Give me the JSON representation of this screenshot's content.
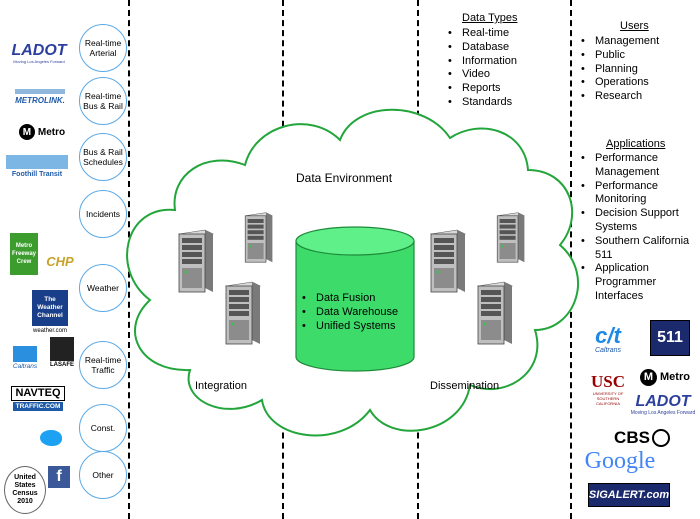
{
  "sources": [
    {
      "label": "Real-time\nArterial",
      "logos": [
        {
          "icon": "ladot-logo",
          "text": "LADOT",
          "sub": "Moving Los Angeles Forward"
        }
      ]
    },
    {
      "label": "Real-time\nBus & Rail",
      "logos": [
        {
          "icon": "metrolink-logo",
          "text": "METROLINK."
        },
        {
          "icon": "metro-logo",
          "text": "Metro"
        }
      ]
    },
    {
      "label": "Bus & Rail\nSchedules",
      "logos": [
        {
          "icon": "foothill-transit-logo",
          "text": "Foothill Transit"
        }
      ]
    },
    {
      "label": "Incidents",
      "logos": [
        {
          "icon": "metro-freeway-crew-logo",
          "text": "Metro Freeway Crew"
        },
        {
          "icon": "chp-logo",
          "text": "CHP"
        }
      ]
    },
    {
      "label": "Weather",
      "logos": [
        {
          "icon": "weather-channel-logo",
          "text": "The Weather Channel",
          "sub": "weather.com"
        }
      ]
    },
    {
      "label": "Real-time\nTraffic",
      "logos": [
        {
          "icon": "caltrans-logo",
          "text": "Caltrans"
        },
        {
          "icon": "lasafe-logo",
          "text": "LASAFE"
        },
        {
          "icon": "navteq-logo",
          "text": "NAVTEQ",
          "sub": "TRAFFIC.COM"
        }
      ]
    },
    {
      "label": "Const.",
      "logos": [
        {
          "icon": "twitter-bird-icon",
          "text": ""
        }
      ]
    },
    {
      "label": "Other",
      "logos": [
        {
          "icon": "census-logo",
          "text": "United States Census 2010"
        },
        {
          "icon": "facebook-icon",
          "text": "f"
        }
      ]
    }
  ],
  "cloud": {
    "title": "Data Environment",
    "integration": "Integration",
    "dissemination": "Dissemination",
    "database_items": [
      "Data Fusion",
      "Data Warehouse",
      "Unified Systems"
    ]
  },
  "data_types": {
    "heading": "Data Types",
    "items": [
      "Real-time",
      "Database",
      "Information",
      "Video",
      "Reports",
      "Standards"
    ]
  },
  "users": {
    "heading": "Users",
    "items": [
      "Management",
      "Public",
      "Planning",
      "Operations",
      "Research"
    ]
  },
  "applications": {
    "heading": "Applications",
    "items": [
      "Performance Management",
      "Performance Monitoring",
      "Decision Support Systems",
      "Southern California 511",
      "Application Programmer Interfaces"
    ]
  },
  "consumer_logos": {
    "caltrans": "Caltrans",
    "ca511": "511",
    "usc": "USC",
    "usc_sub": "UNIVERSITY OF SOUTHERN CALIFORNIA",
    "metro": "Metro",
    "ladot": "LADOT",
    "ladot_sub": "Moving Los Angeles Forward",
    "cbs": "CBS",
    "google": "Google",
    "sigalert": "SIGALERT.com"
  },
  "colors": {
    "cloud": "#22a53b",
    "cylinder": "#3ddb6a",
    "circle": "#5aa9e6",
    "ladot": "#2b3f9e",
    "google_blue": "#4285f4"
  }
}
